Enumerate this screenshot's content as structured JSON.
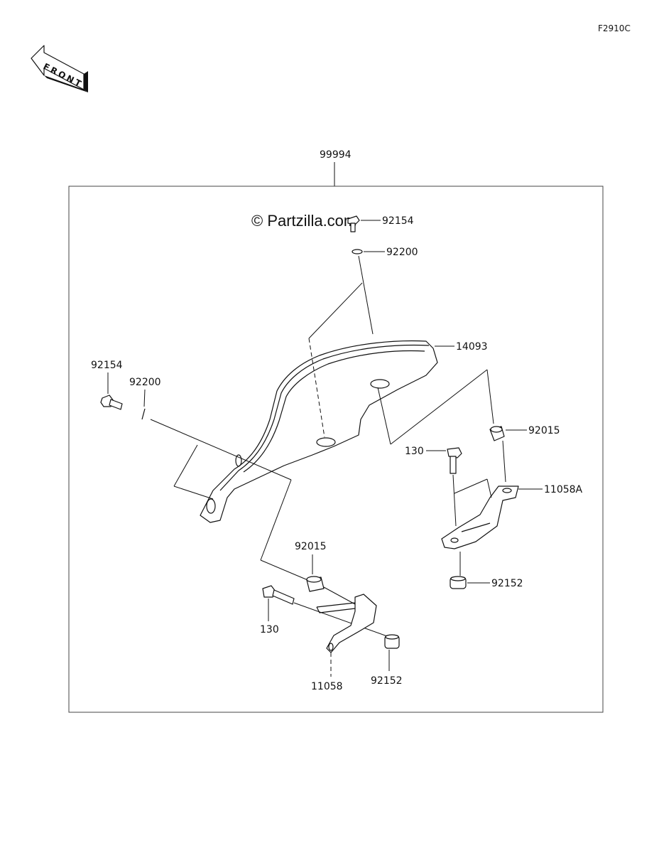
{
  "figure_code": "F2910C",
  "front_arrow_text": "FRONT",
  "watermark": "© Partzilla.com",
  "assembly_label": "99994",
  "callouts": {
    "bolt_top": "92154",
    "washer_top": "92200",
    "guard": "14093",
    "bolt_left": "92154",
    "washer_left": "92200",
    "collar_right": "92015",
    "bolt_right": "130",
    "bracket_right": "11058A",
    "damper_right": "92152",
    "collar_lower": "92015",
    "bolt_lower": "130",
    "bracket_lower": "11058",
    "damper_lower": "92152"
  }
}
